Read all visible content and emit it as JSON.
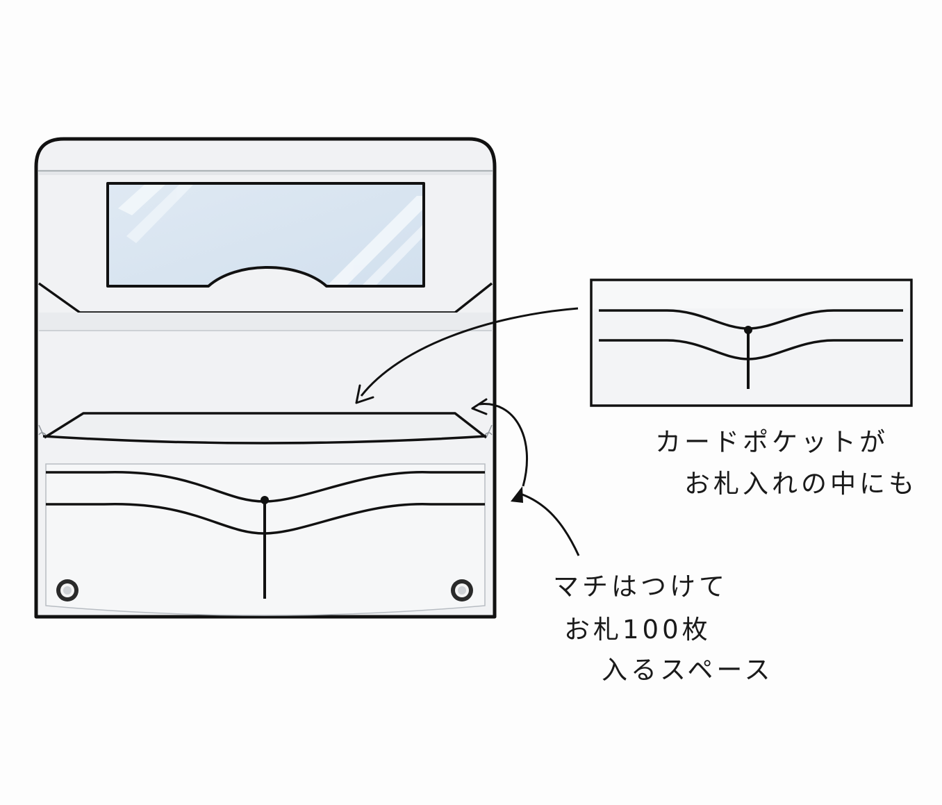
{
  "annotations": {
    "card_pocket": {
      "line1": "カードポケットが",
      "line2": "お札入れの中にも"
    },
    "gusset": {
      "line1": "マチはつけて",
      "line2": "お札100枚",
      "line3": "入るスペース"
    }
  },
  "colors": {
    "outline": "#111111",
    "panel": "#f1f2f4",
    "panel_light": "#f6f7f8",
    "window_glass": "#d9e6f2",
    "background": "#fdfdfd"
  }
}
